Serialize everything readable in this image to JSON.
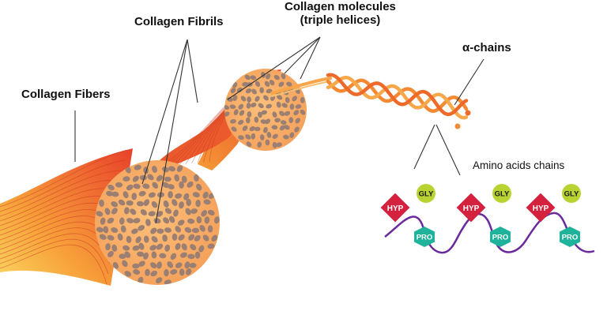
{
  "labels": {
    "collagen_fibers": "Collagen Fibers",
    "collagen_fibrils": "Collagen Fibrils",
    "collagen_molecules_line1": "Collagen molecules",
    "collagen_molecules_line2": "(triple helices)",
    "alpha_chains": "α-chains",
    "amino_acids_chains": "Amino acids chains"
  },
  "amino_acid_units": [
    {
      "hyp": "HYP",
      "gly": "GLY",
      "pro": "PRO"
    },
    {
      "hyp": "HYP",
      "gly": "GLY",
      "pro": "PRO"
    },
    {
      "hyp": "HYP",
      "gly": "GLY",
      "pro": "PRO"
    }
  ],
  "colors": {
    "fiber_dark": "#e8452a",
    "fiber_mid": "#f58a2a",
    "fiber_light": "#fbd05a",
    "cross_section": "#f7b067",
    "fibril_dot": "#9a7f72",
    "hyp": "#d4213d",
    "gly": "#b9d432",
    "pro": "#1fb39b",
    "chain": "#6a2a9c"
  }
}
